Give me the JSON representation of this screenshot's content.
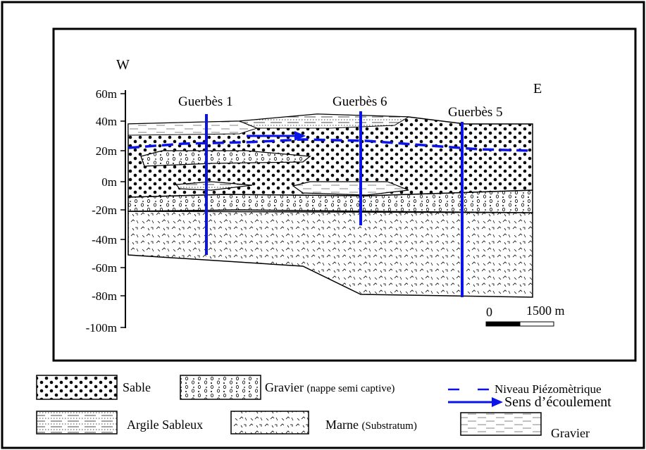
{
  "section": {
    "direction_west": "W",
    "direction_east": "E",
    "elevation_ticks": [
      "60m",
      "40m",
      "20m",
      "0m",
      "-20m",
      "-40m",
      "-60m",
      "-80m",
      "-100m"
    ],
    "wells": [
      {
        "name": "Guerbès 1"
      },
      {
        "name": "Guerbès 6"
      },
      {
        "name": "Guerbès 5"
      }
    ],
    "scale_zero": "0",
    "scale_distance": "1500 m",
    "well_color": "#0a14e6"
  },
  "legend": {
    "sable": "Sable",
    "gravier_label": "Gravier",
    "gravier_note": "(nappe semi captive)",
    "niveau_piezometrique": "Niveau Piézomètrique",
    "sens_ecoulement": "Sens d’écoulement",
    "argile_sableux": "Argile Sableux",
    "marne_label": "Marne",
    "marne_note": "(Substratum)",
    "gravier2": "Gravier"
  }
}
